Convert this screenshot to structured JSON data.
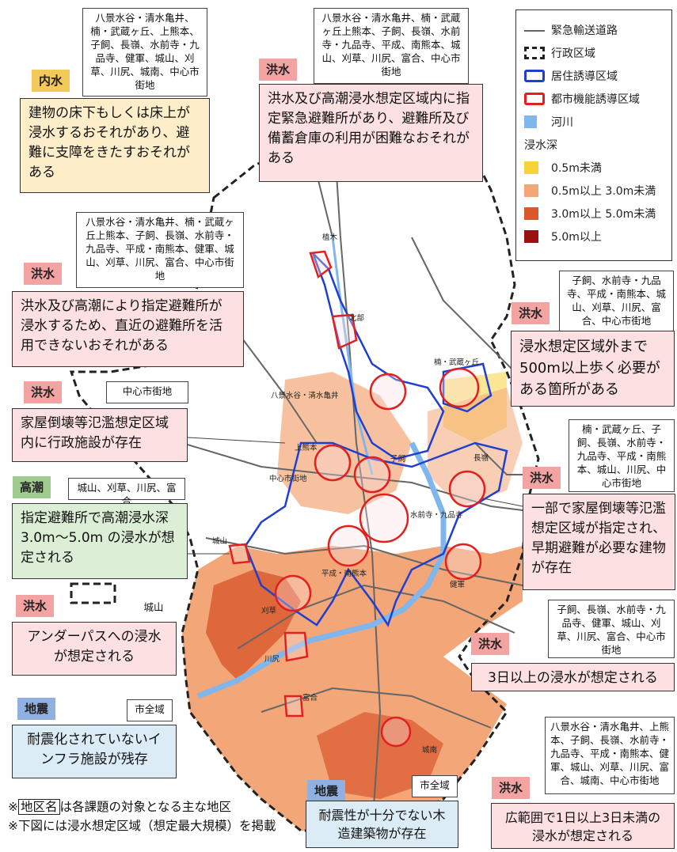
{
  "legend": {
    "road": "緊急輸送道路",
    "admin": "行政区域",
    "residential": "居住誘導区域",
    "urban": "都市機能誘導区域",
    "river": "河川",
    "depth_title": "浸水深",
    "depths": [
      {
        "label": "0.5m未満",
        "color": "#f7d23a"
      },
      {
        "label": "0.5m以上 3.0m未満",
        "color": "#f3a678"
      },
      {
        "label": "3.0m以上 5.0m未満",
        "color": "#d8582c"
      },
      {
        "label": "5.0m以上",
        "color": "#9b1010"
      }
    ],
    "colors": {
      "road": "#666666",
      "residential": "#1f3fd0",
      "urban": "#e32020",
      "river": "#7fb6ec"
    }
  },
  "callouts": {
    "c1": {
      "tag": "内水",
      "text": "建物の床下もしくは床上が浸水するおそれがあり、避難に支障をきたすおそれがある",
      "area": "八景水谷・清水亀井、楠・武蔵ヶ丘、上熊本、子飼、長嶺、水前寺・九品寺、健軍、城山、刈草、川尻、城南、中心市街地"
    },
    "c2": {
      "tag": "洪水",
      "text": "洪水及び高潮浸水想定区域内に指定緊急避難所があり、避難所及び備蓄倉庫の利用が困難なおそれがある",
      "area": "八景水谷・清水亀井、楠・武蔵ヶ丘上熊本、子飼、長嶺、水前寺・九品寺、平成、南熊本、城山、刈草、川尻、富合、中心市街地"
    },
    "c3": {
      "tag": "洪水",
      "text": "洪水及び高潮により指定避難所が浸水するため、直近の避難所を活用できないおそれがある",
      "area": "八景水谷・清水亀井、楠・武蔵ヶ丘上熊本、子飼、長嶺、水前寺・九品寺、平成・南熊本、健軍、城山、刈草、川尻、富合、中心市街地"
    },
    "c4": {
      "tag": "洪水",
      "text": "浸水想定区域外まで500m以上歩く必要がある箇所がある",
      "area": "子飼、水前寺・九品寺、平成・南熊本、城山、刈草、川尻、富合、中心市街地"
    },
    "c5": {
      "tag": "洪水",
      "text": "家屋倒壊等氾濫想定区域内に行政施設が存在",
      "area": "中心市街地"
    },
    "c6": {
      "tag": "洪水",
      "text": "一部で家屋倒壊等氾濫想定区域が指定され、早期避難が必要な建物が存在",
      "area": "楠・武蔵ヶ丘、子飼、長嶺、水前寺・九品寺、平成・南熊本、城山、川尻、中心市街地"
    },
    "c7": {
      "tag": "高潮",
      "text": "指定避難所で高潮浸水深 3.0m～5.0m の浸水が想定される",
      "area": "城山、刈草、川尻、富合"
    },
    "c8": {
      "tag": "洪水",
      "text": "アンダーパスへの浸水が想定される",
      "area": "城山"
    },
    "c9": {
      "tag": "洪水",
      "text": "3日以上の浸水が想定される",
      "area": "子飼、長嶺、水前寺・九品寺、健軍、城山、刈草、川尻、富合、中心市街地"
    },
    "c10": {
      "tag": "地震",
      "text": "耐震化されていないインフラ施設が残存",
      "area": "市全域"
    },
    "c11": {
      "tag": "地震",
      "text": "耐震性が十分でない木造建築物が存在",
      "area": "市全域"
    },
    "c12": {
      "tag": "洪水",
      "text": "広範囲で1日以上3日未満の浸水が想定される",
      "area": "八景水谷・清水亀井、上熊本、子飼、長嶺、水前寺・九品寺、平成・南熊本、健軍、城山、刈草、川尻、富合、城南、中心市街地"
    }
  },
  "notes": {
    "prefix1": "※",
    "boxed": "地区名",
    "rest1": "は各課題の対象となる主な地区",
    "line2": "※下図には浸水想定区域（想定最大規模）を掲載"
  },
  "map_labels": {
    "ueki": "植木",
    "kitabu": "北部",
    "kusunoki": "楠・武蔵ヶ丘",
    "hakkei": "八景水谷・清水亀井",
    "kamikumamoto": "上熊本",
    "kokai": "子飼",
    "nagamine": "長嶺",
    "chushin": "中心市街地",
    "suizenji": "水前寺・九品寺",
    "joyama": "城山",
    "heisei": "平成・南熊本",
    "kengun": "健軍",
    "karikusa": "刈草",
    "kawashiri": "川尻",
    "tomiai": "富合",
    "jonan": "城南"
  }
}
